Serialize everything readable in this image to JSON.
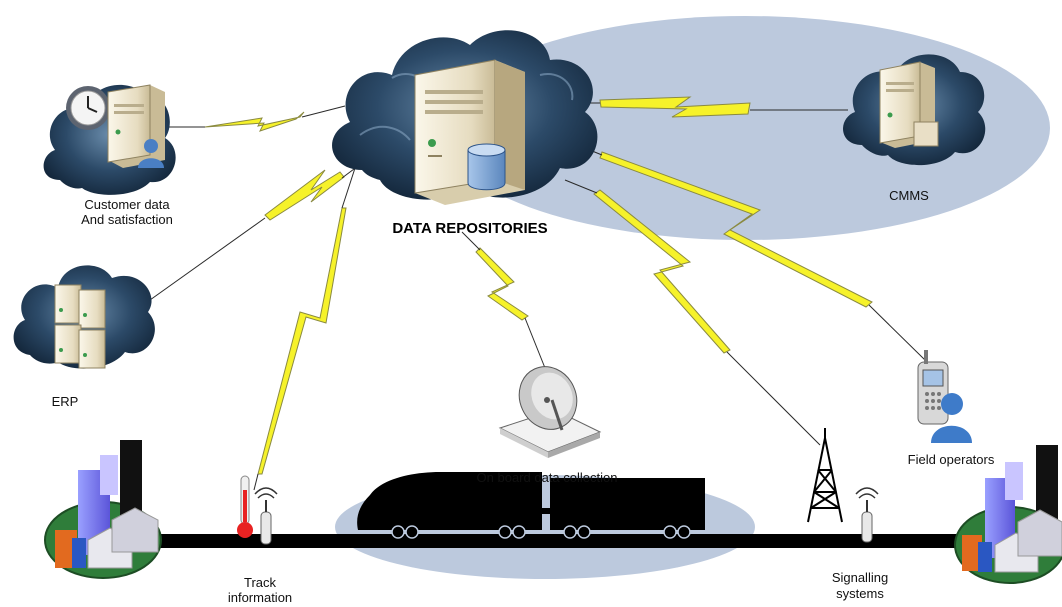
{
  "labels": {
    "central": "DATA REPOSITORIES",
    "customer_line1": "Customer data",
    "customer_line2": "And satisfaction",
    "cmms": "CMMS",
    "erp": "ERP",
    "onboard": "On board data collection",
    "field": "Field operators",
    "track_line1": "Track",
    "track_line2": "information",
    "signal_line1": "Signalling",
    "signal_line2": "systems"
  },
  "colors": {
    "cloud": "#1f3b56",
    "cloud_light": "#5d7f9f",
    "ellipse": "#bcc9dd",
    "lightning": "#f6f22a",
    "lightning_edge": "#8a8a40",
    "track": "#000000",
    "server": "#efe8d2",
    "ground": "#2f7d3a"
  }
}
